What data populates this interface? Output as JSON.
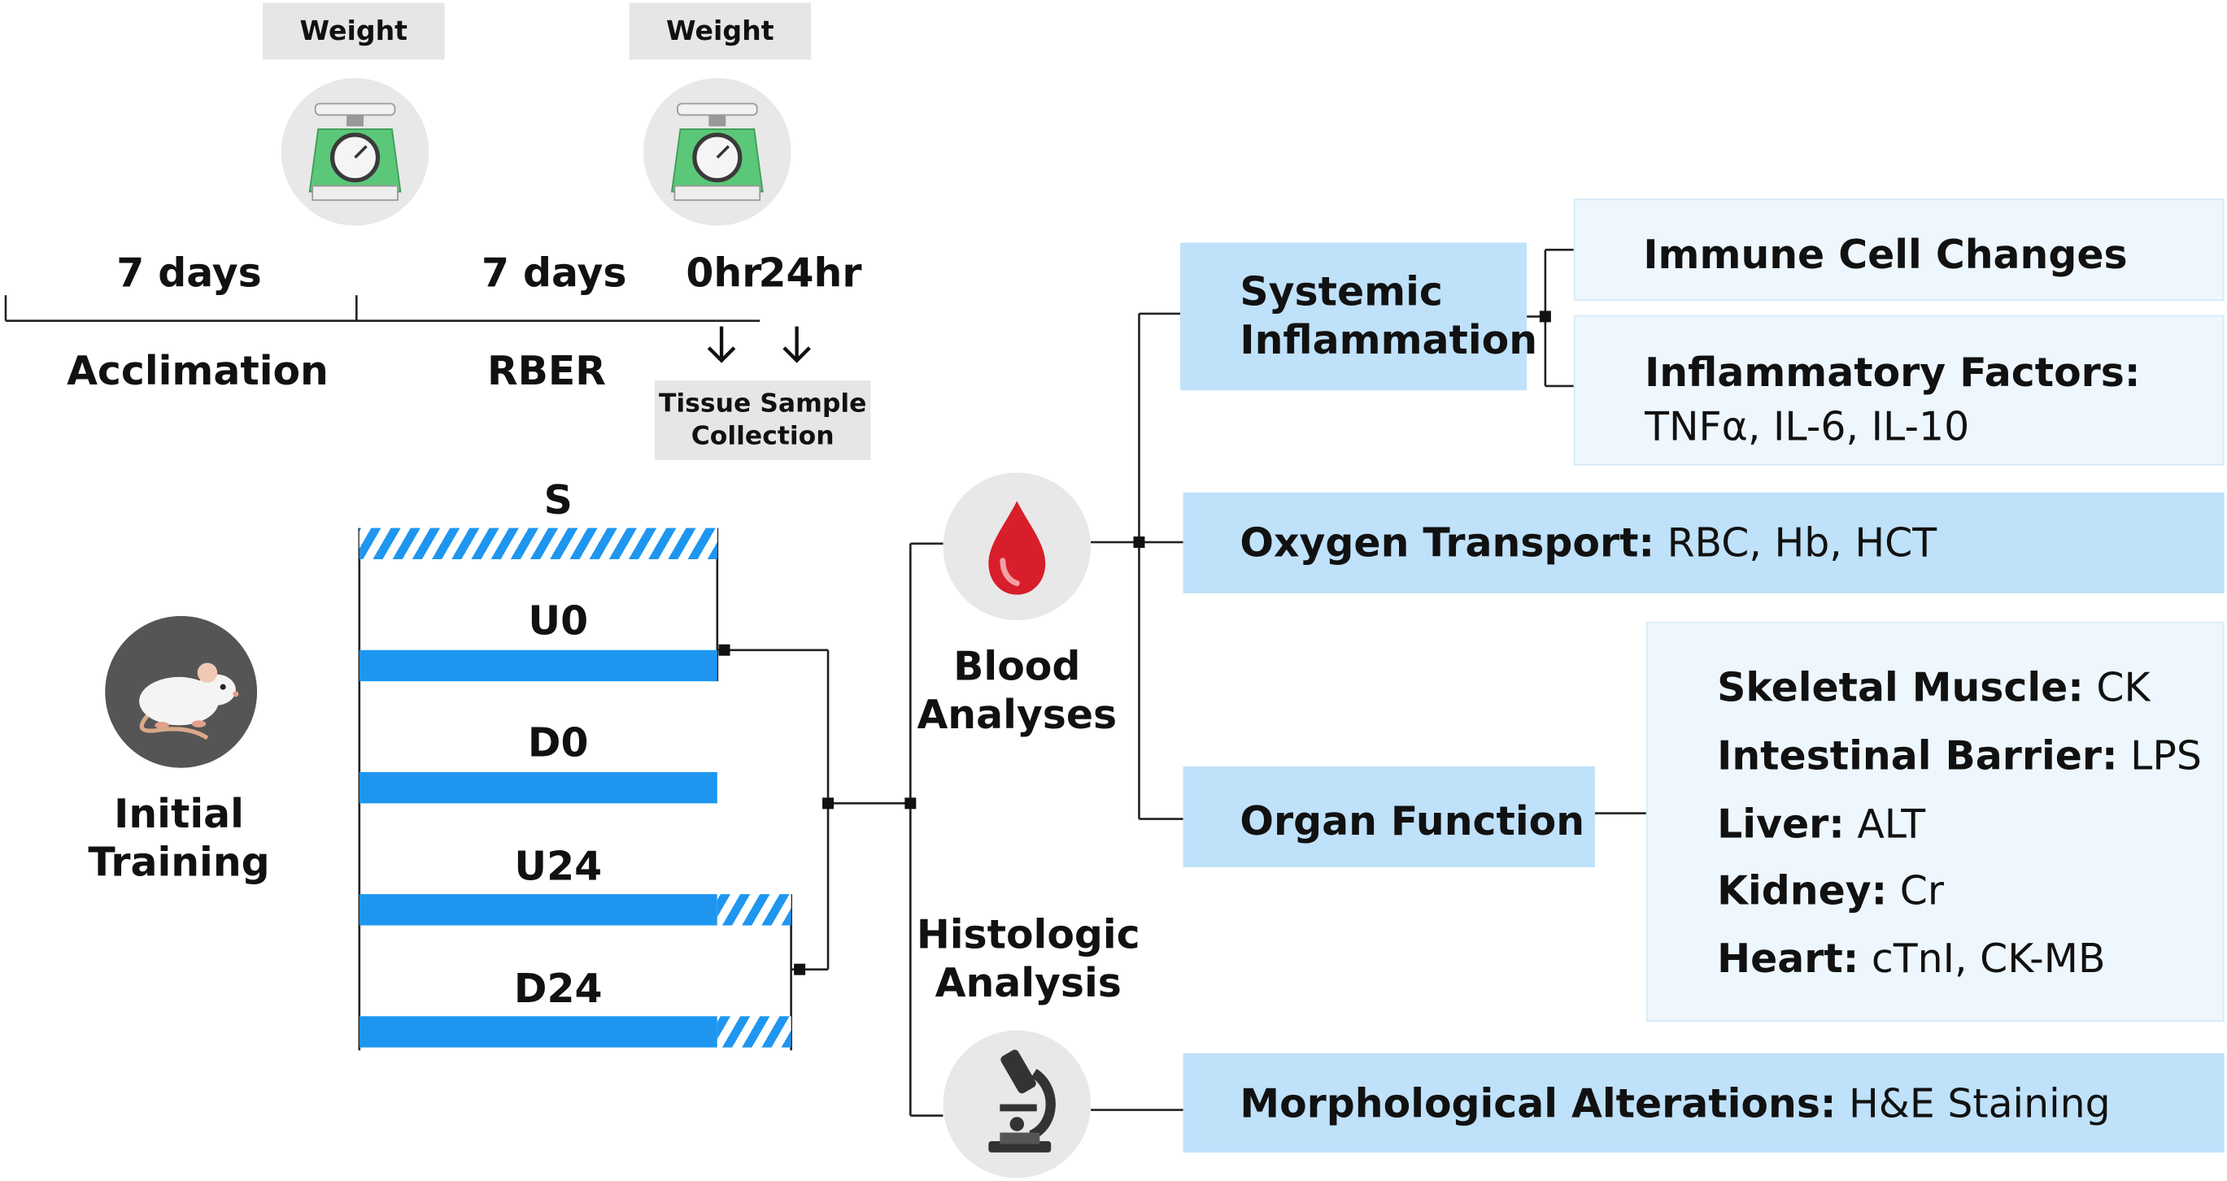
{
  "timeline": {
    "weight_label_1": "Weight",
    "weight_label_2": "Weight",
    "duration_1": "7 days",
    "duration_2": "7 days",
    "time_0": "0hr",
    "time_24": "24hr",
    "phase_1": "Acclimation",
    "phase_2": "RBER",
    "tissue_collection": "Tissue Sample\nCollection"
  },
  "start": {
    "label": "Initial\nTraining"
  },
  "groups": [
    {
      "label": "S"
    },
    {
      "label": "U0"
    },
    {
      "label": "D0"
    },
    {
      "label": "U24"
    },
    {
      "label": "D24"
    }
  ],
  "analyses": {
    "blood": "Blood\nAnalyses",
    "histologic": "Histologic\nAnalysis"
  },
  "outcomes": {
    "systemic_inflammation": "Systemic\nInflammation",
    "immune_cell_changes": "Immune Cell Changes",
    "inflammatory_factors_title": "Inflammatory Factors:",
    "inflammatory_factors_values": "TNFα, IL-6, IL-10",
    "oxygen_transport_title": "Oxygen Transport:",
    "oxygen_transport_values": "RBC, Hb, HCT",
    "organ_function": "Organ Function",
    "organ_items": [
      {
        "name": "Skeletal Muscle:",
        "value": "CK"
      },
      {
        "name": "Intestinal Barrier:",
        "value": "LPS"
      },
      {
        "name": "Liver:",
        "value": "ALT"
      },
      {
        "name": "Kidney:",
        "value": "Cr"
      },
      {
        "name": "Heart:",
        "value": "cTnI, CK-MB"
      }
    ],
    "morphological_title": "Morphological Alterations:",
    "morphological_values": "H&E Staining"
  },
  "colors": {
    "bar_blue": "#1e96f0",
    "box_blue": "#bfe1fa",
    "box_pale": "#eef7fd",
    "label_gray": "#e6e6e6",
    "scale_green": "#5ac878",
    "blood_red": "#d81e2a"
  },
  "icons": [
    "scale-icon",
    "mouse-icon",
    "blood-drop-icon",
    "microscope-icon"
  ]
}
